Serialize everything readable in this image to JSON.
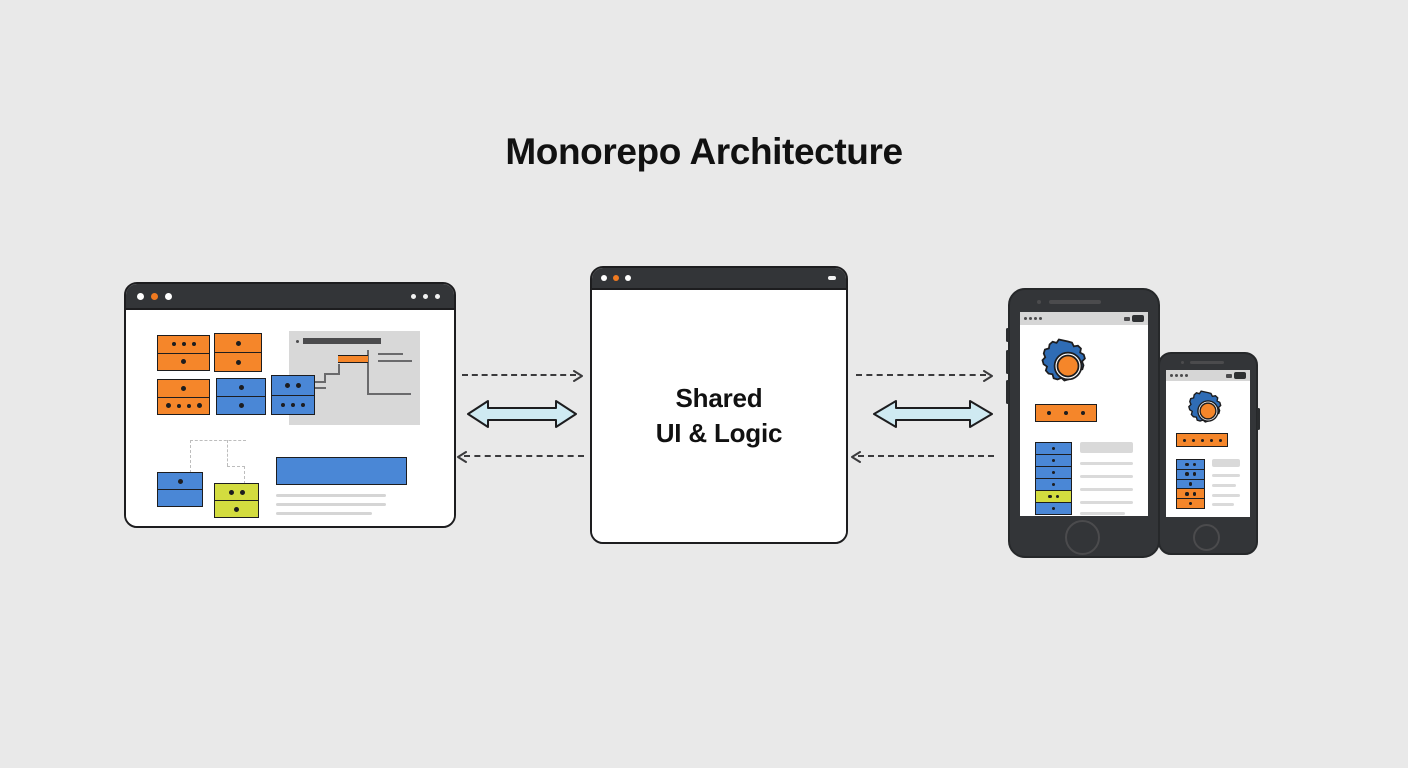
{
  "page": {
    "title": "Monorepo Architecture",
    "background_color": "#e9e9e9"
  },
  "palette": {
    "orange": "#f5862a",
    "blue": "#4a87d6",
    "yellow": "#d3dc3f",
    "outline": "#1d1d1f",
    "titlebar": "#333538",
    "arrow_fill": "#cfeaf2",
    "gray_panel": "#d8d8d8"
  },
  "left_window": {
    "name": "Web App Window",
    "titlebar": {
      "left_dots": [
        "white",
        "amber",
        "white"
      ],
      "right_dots": [
        "light",
        "light",
        "light"
      ]
    },
    "cards": [
      {
        "color": "orange",
        "top_dots": 3,
        "bottom_dots": 1
      },
      {
        "color": "orange",
        "top_dots": 1,
        "bottom_dots": 1
      },
      {
        "color": "orange",
        "top_dots": 1,
        "bottom_dots": 4
      },
      {
        "color": "blue",
        "top_dots": 1,
        "bottom_dots": 1
      },
      {
        "color": "blue",
        "top_dots": 2,
        "bottom_dots": 3
      },
      {
        "color": "blue",
        "top_dots": 1,
        "bottom_dots": 0
      },
      {
        "color": "yellow",
        "top_dots": 2,
        "bottom_dots": 1
      }
    ],
    "panel": {
      "label": "code-preview-panel"
    },
    "wide_bar": {
      "color": "blue"
    },
    "text_lines": 3
  },
  "center_window": {
    "name": "Shared Package Window",
    "label_line_1": "Shared",
    "label_line_2": "UI & Logic",
    "titlebar": {
      "left_dots": [
        "white",
        "amber",
        "white"
      ]
    }
  },
  "arrows": {
    "left_group": {
      "top": {
        "direction": "right",
        "style": "dashed"
      },
      "middle": {
        "direction": "both",
        "style": "solid-filled"
      },
      "bottom": {
        "direction": "left",
        "style": "dashed"
      }
    },
    "right_group": {
      "top": {
        "direction": "right",
        "style": "dashed"
      },
      "middle": {
        "direction": "both",
        "style": "solid-filled"
      },
      "bottom": {
        "direction": "left",
        "style": "dashed"
      }
    }
  },
  "phones": {
    "large": {
      "name": "Large Mobile Device",
      "gear_icon": "gear-icon",
      "orange_bar_dots": 3,
      "stack_rows": [
        {
          "color": "blue",
          "dots": 1
        },
        {
          "color": "blue",
          "dots": 1
        },
        {
          "color": "blue",
          "dots": 1
        },
        {
          "color": "blue",
          "dots": 1
        },
        {
          "color": "yellow",
          "dots": 2
        },
        {
          "color": "blue",
          "dots": 1
        }
      ],
      "text_lines": 5
    },
    "small": {
      "name": "Small Mobile Device",
      "gear_icon": "gear-icon",
      "orange_bar_dots": 5,
      "stack_rows": [
        {
          "color": "blue",
          "dots": 2
        },
        {
          "color": "blue",
          "dots": 2
        },
        {
          "color": "blue",
          "dots": 1
        },
        {
          "color": "orange",
          "dots": 2
        },
        {
          "color": "orange",
          "dots": 1
        }
      ],
      "text_lines": 4
    }
  }
}
